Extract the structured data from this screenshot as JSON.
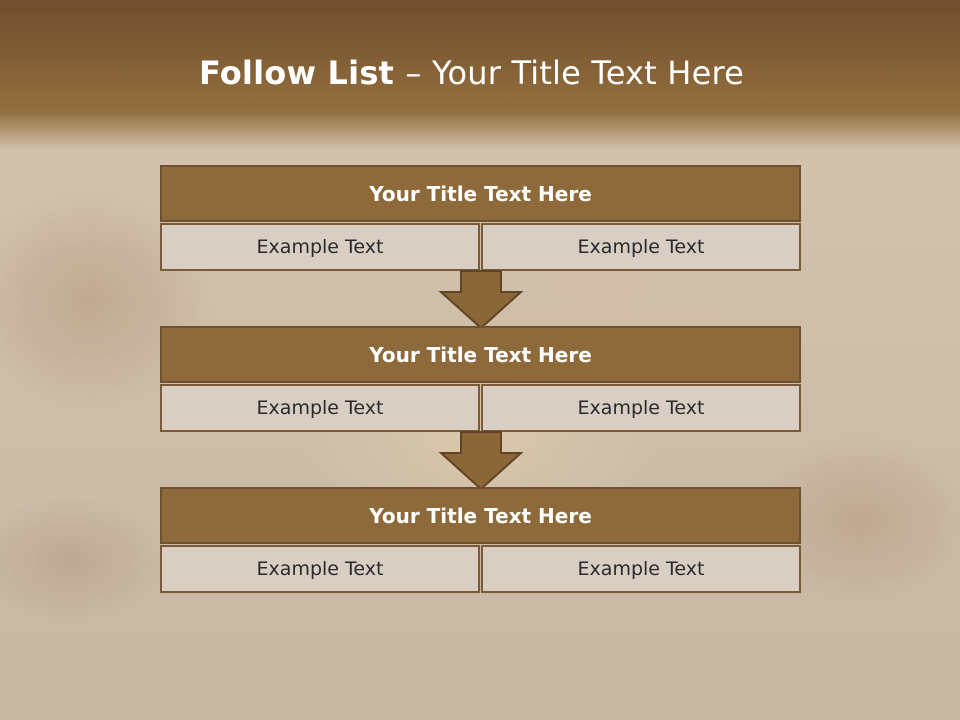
{
  "slide": {
    "title_strong": "Follow List ",
    "title_rest": " – Your Title Text Here"
  },
  "blocks": [
    {
      "title": "Your Title Text Here",
      "left": "Example Text",
      "right": "Example Text"
    },
    {
      "title": "Your Title Text Here",
      "left": "Example Text",
      "right": "Example Text"
    },
    {
      "title": "Your Title Text Here",
      "left": "Example Text",
      "right": "Example Text"
    }
  ],
  "colors": {
    "header_band": "#7f5c34",
    "block_title_fill": "#8e6a3a",
    "cell_fill": "#d9cec4",
    "arrow_fill": "#8b6637"
  }
}
